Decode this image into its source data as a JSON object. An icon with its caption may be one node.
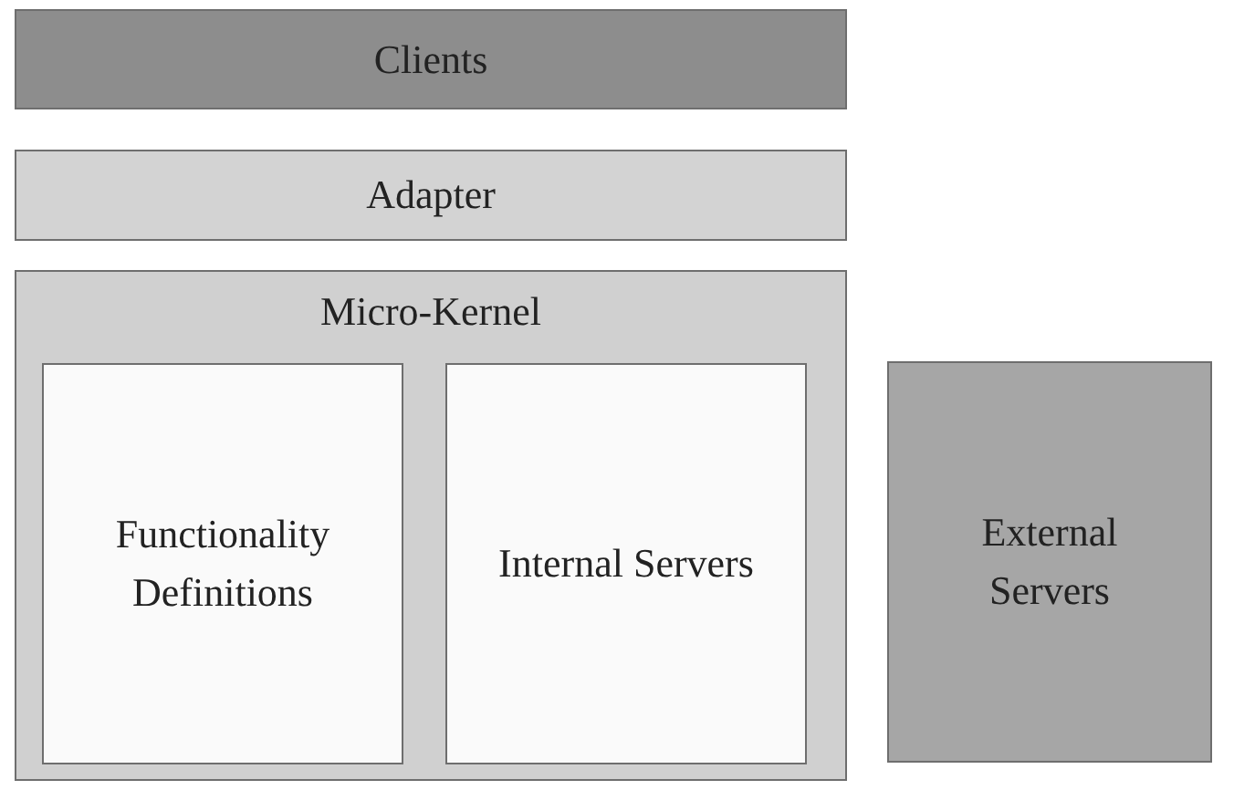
{
  "diagram": {
    "nodes": [
      {
        "text": [
          "Clients"
        ]
      },
      {
        "text": [
          "Adapter"
        ]
      },
      {
        "text": [
          "Micro-Kernel"
        ]
      },
      {
        "text": [
          "Functionality Definitions"
        ],
        "in": 2
      },
      {
        "text": [
          "Internal Servers"
        ],
        "in": 2
      },
      {
        "text": [
          "External Servers"
        ]
      }
    ]
  }
}
